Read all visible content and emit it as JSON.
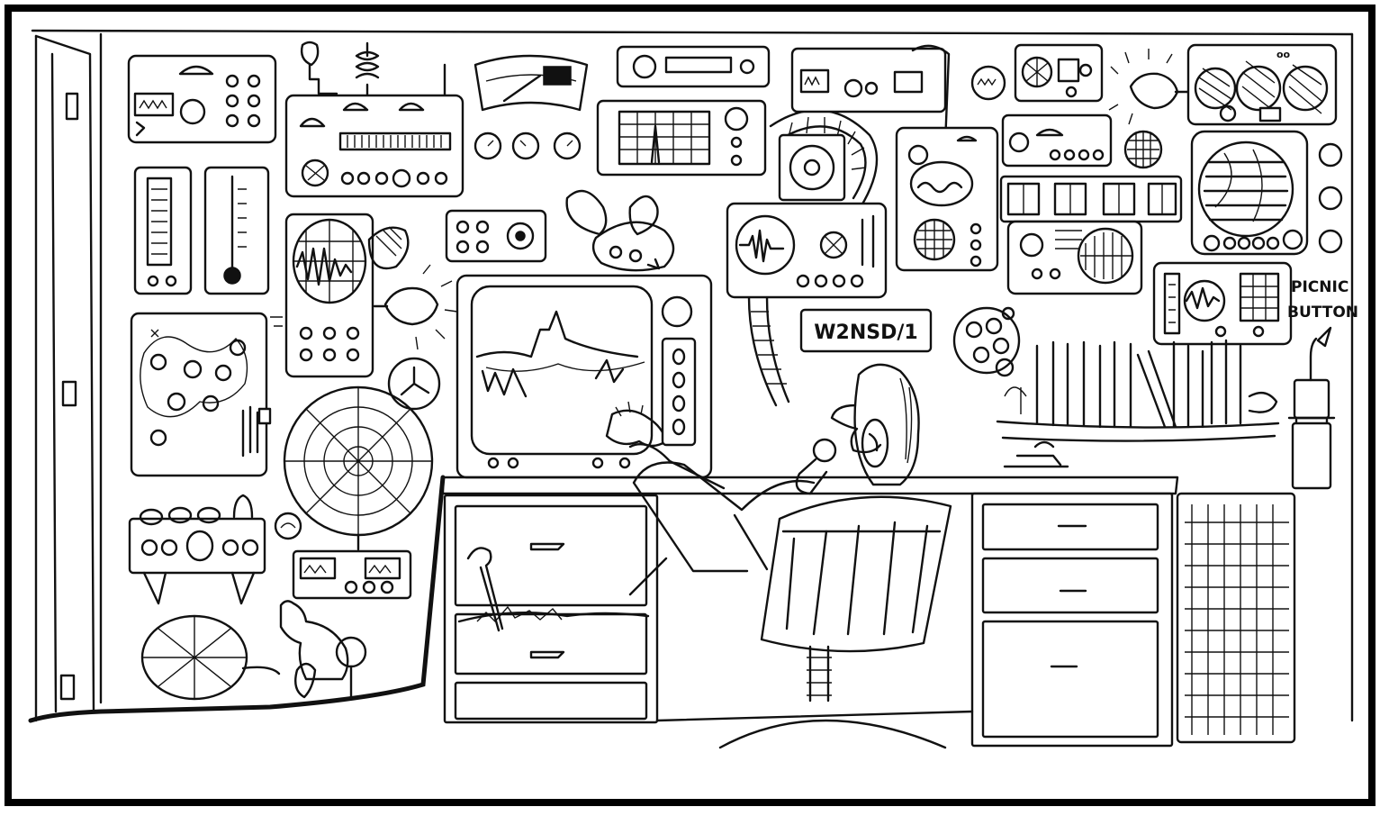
{
  "illustration": {
    "callsign_sign": "W2NSD/1",
    "picnic_label_line1": "PICNIC",
    "picnic_label_line2": "BUTTON"
  },
  "colors": {
    "ink": "#111111",
    "paper": "#ffffff",
    "border": "#000000"
  }
}
